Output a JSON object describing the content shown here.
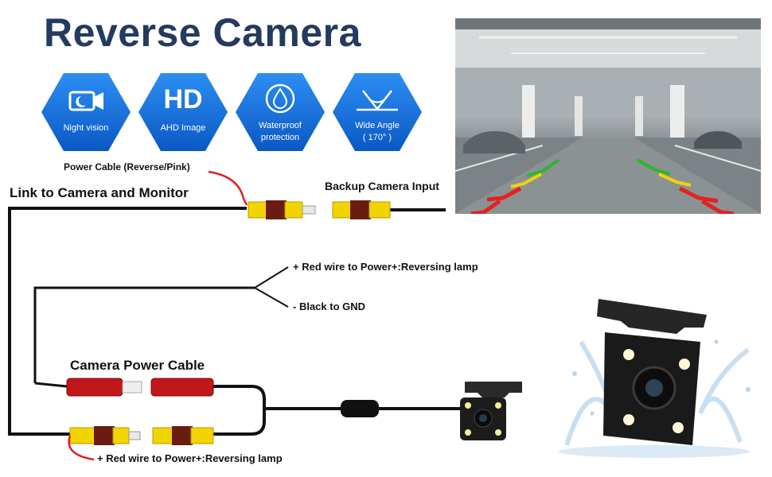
{
  "title": "Reverse Camera",
  "features": [
    {
      "label": "Night vision",
      "icon": "night-vision-icon"
    },
    {
      "label": "AHD Image",
      "icon": "hd-icon",
      "big": "HD"
    },
    {
      "label_line1": "Waterproof",
      "label_line2": "protection",
      "icon": "water-drop-icon"
    },
    {
      "label_line1": "Wide Angle",
      "label_line2": "( 170° )",
      "icon": "wide-angle-icon"
    }
  ],
  "labels": {
    "power_cable": "Power Cable (Reverse/Pink)",
    "link": "Link to Camera and Monitor",
    "backup_input": "Backup Camera Input",
    "red_wire_top": "+ Red wire to Power+:Reversing lamp",
    "black_gnd": "- Black to GND",
    "camera_power": "Camera Power Cable",
    "red_wire_bottom": "+ Red wire to Power+:Reversing lamp"
  },
  "colors": {
    "title": "#243a5e",
    "hex_blue": "#1a73e8",
    "rca_yellow": "#f2d400",
    "power_red": "#c0171b",
    "wire_black": "#111111"
  }
}
